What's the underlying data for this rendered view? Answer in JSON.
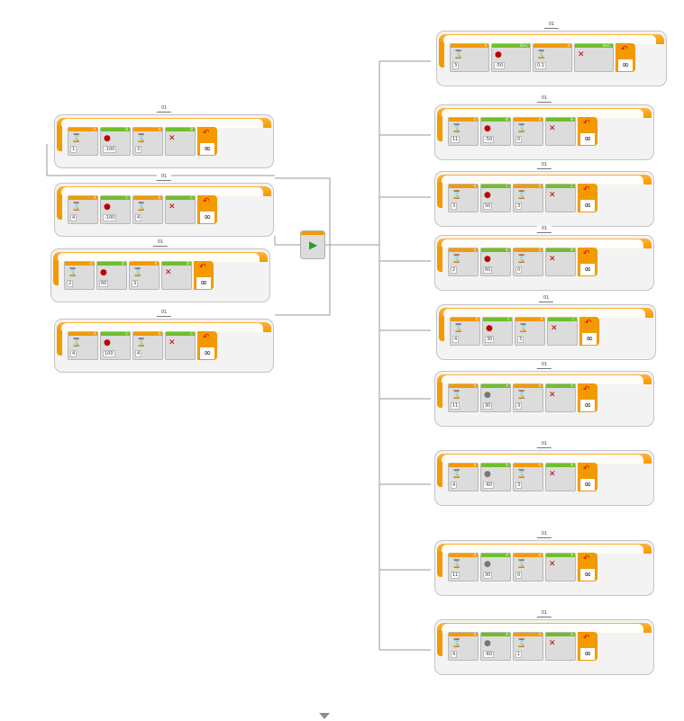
{
  "program": {
    "start_block": {
      "icon": "play-icon"
    },
    "loops": [
      {
        "id": "L1",
        "label": "01",
        "blocks": [
          {
            "type": "sound",
            "strip": "o",
            "port": "4",
            "value": "1",
            "icon": "hourglass-icon"
          },
          {
            "type": "motor",
            "strip": "g",
            "port": "B",
            "value": "-100",
            "icon": "motor-icon"
          },
          {
            "type": "sound",
            "strip": "o",
            "port": "4",
            "value": "3",
            "icon": "hourglass-icon"
          },
          {
            "type": "stop",
            "strip": "g",
            "port": "B",
            "value": "",
            "icon": "close-icon"
          }
        ]
      },
      {
        "id": "L2",
        "label": "01",
        "blocks": [
          {
            "type": "sound",
            "strip": "o",
            "port": "4",
            "value": "4",
            "icon": "hourglass-icon"
          },
          {
            "type": "motor",
            "strip": "g",
            "port": "C",
            "value": "-100",
            "icon": "motor-icon"
          },
          {
            "type": "sound",
            "strip": "o",
            "port": "4",
            "value": "4",
            "icon": "hourglass-icon"
          },
          {
            "type": "stop",
            "strip": "g",
            "port": "C",
            "value": "",
            "icon": "close-icon"
          }
        ]
      },
      {
        "id": "L3",
        "label": "01",
        "blocks": [
          {
            "type": "sound",
            "strip": "o",
            "port": "4",
            "value": "2",
            "icon": "hourglass-icon"
          },
          {
            "type": "motor",
            "strip": "g",
            "port": "D",
            "value": "60",
            "icon": "motor-icon"
          },
          {
            "type": "sound",
            "strip": "o",
            "port": "4",
            "value": "3",
            "icon": "hourglass-icon"
          },
          {
            "type": "stop",
            "strip": "g",
            "port": "D",
            "value": "",
            "icon": "close-icon"
          }
        ]
      },
      {
        "id": "L4",
        "label": "01",
        "blocks": [
          {
            "type": "sound",
            "strip": "o",
            "port": "4",
            "value": "4",
            "icon": "hourglass-icon"
          },
          {
            "type": "motor",
            "strip": "g",
            "port": "C",
            "value": "100",
            "icon": "motor-icon"
          },
          {
            "type": "sound",
            "strip": "o",
            "port": "4",
            "value": "4",
            "icon": "hourglass-icon"
          },
          {
            "type": "stop",
            "strip": "g",
            "port": "C",
            "value": "",
            "icon": "close-icon"
          }
        ]
      },
      {
        "id": "R1",
        "label": "01",
        "blocks": [
          {
            "type": "sound",
            "strip": "o",
            "port": "4",
            "value": "3",
            "icon": "hourglass-icon"
          },
          {
            "type": "motor",
            "strip": "g",
            "port": "B+C",
            "value": "-50",
            "icon": "motor-icon"
          },
          {
            "type": "sound",
            "strip": "o",
            "port": "4",
            "value": "0.1",
            "icon": "hourglass-icon"
          },
          {
            "type": "stop",
            "strip": "g",
            "port": "B+C",
            "value": "",
            "icon": "close-icon"
          }
        ]
      },
      {
        "id": "R2",
        "label": "01",
        "blocks": [
          {
            "type": "sound",
            "strip": "o",
            "port": "4",
            "value": "11",
            "icon": "hourglass-icon"
          },
          {
            "type": "motor",
            "strip": "g",
            "port": "B",
            "value": "-50",
            "icon": "motor-icon"
          },
          {
            "type": "sound",
            "strip": "o",
            "port": "4",
            "value": "0",
            "icon": "hourglass-icon"
          },
          {
            "type": "stop",
            "strip": "g",
            "port": "B",
            "value": "",
            "icon": "close-icon"
          }
        ]
      },
      {
        "id": "R3",
        "label": "01",
        "blocks": [
          {
            "type": "sound",
            "strip": "o",
            "port": "4",
            "value": "3",
            "icon": "hourglass-icon"
          },
          {
            "type": "motor",
            "strip": "g",
            "port": "C",
            "value": "50",
            "icon": "motor-icon"
          },
          {
            "type": "sound",
            "strip": "o",
            "port": "4",
            "value": "3",
            "icon": "hourglass-icon"
          },
          {
            "type": "stop",
            "strip": "g",
            "port": "C",
            "value": "",
            "icon": "close-icon"
          }
        ]
      },
      {
        "id": "R4",
        "label": "01",
        "blocks": [
          {
            "type": "sound",
            "strip": "o",
            "port": "4",
            "value": "2",
            "icon": "hourglass-icon"
          },
          {
            "type": "motor",
            "strip": "g",
            "port": "B",
            "value": "60",
            "icon": "motor-icon"
          },
          {
            "type": "sound",
            "strip": "o",
            "port": "4",
            "value": "0",
            "icon": "hourglass-icon"
          },
          {
            "type": "stop",
            "strip": "g",
            "port": "B",
            "value": "",
            "icon": "close-icon"
          }
        ]
      },
      {
        "id": "R5",
        "label": "01",
        "blocks": [
          {
            "type": "sound",
            "strip": "o",
            "port": "4",
            "value": "4",
            "icon": "hourglass-icon"
          },
          {
            "type": "motor",
            "strip": "g",
            "port": "C",
            "value": "30",
            "icon": "motor-icon"
          },
          {
            "type": "sound",
            "strip": "o",
            "port": "4",
            "value": "3",
            "icon": "hourglass-icon"
          },
          {
            "type": "stop",
            "strip": "g",
            "port": "C",
            "value": "",
            "icon": "close-icon"
          }
        ]
      },
      {
        "id": "R6",
        "label": "01",
        "blocks": [
          {
            "type": "sound",
            "strip": "o",
            "port": "4",
            "value": "11",
            "icon": "hourglass-icon"
          },
          {
            "type": "motor",
            "strip": "g",
            "port": "A",
            "value": "30",
            "icon": "motor-icon"
          },
          {
            "type": "sound",
            "strip": "o",
            "port": "4",
            "value": "3",
            "icon": "hourglass-icon"
          },
          {
            "type": "stop",
            "strip": "g",
            "port": "A",
            "value": "",
            "icon": "close-icon"
          }
        ]
      },
      {
        "id": "R7",
        "label": "01",
        "blocks": [
          {
            "type": "sound",
            "strip": "o",
            "port": "4",
            "value": "4",
            "icon": "hourglass-icon"
          },
          {
            "type": "motor",
            "strip": "g",
            "port": "A",
            "value": "-60",
            "icon": "motor-icon"
          },
          {
            "type": "sound",
            "strip": "o",
            "port": "4",
            "value": "3",
            "icon": "hourglass-icon"
          },
          {
            "type": "stop",
            "strip": "g",
            "port": "A",
            "value": "",
            "icon": "close-icon"
          }
        ]
      },
      {
        "id": "R8",
        "label": "01",
        "blocks": [
          {
            "type": "sound",
            "strip": "o",
            "port": "4",
            "value": "11",
            "icon": "hourglass-icon"
          },
          {
            "type": "motor",
            "strip": "g",
            "port": "A",
            "value": "30",
            "icon": "motor-icon"
          },
          {
            "type": "sound",
            "strip": "o",
            "port": "4",
            "value": "0",
            "icon": "hourglass-icon"
          },
          {
            "type": "stop",
            "strip": "g",
            "port": "A",
            "value": "",
            "icon": "close-icon"
          }
        ]
      },
      {
        "id": "R9",
        "label": "01",
        "blocks": [
          {
            "type": "sound",
            "strip": "o",
            "port": "4",
            "value": "4",
            "icon": "hourglass-icon"
          },
          {
            "type": "motor",
            "strip": "g",
            "port": "A",
            "value": "-60",
            "icon": "motor-icon"
          },
          {
            "type": "sound",
            "strip": "o",
            "port": "4",
            "value": "1",
            "icon": "hourglass-icon"
          },
          {
            "type": "stop",
            "strip": "g",
            "port": "A",
            "value": "",
            "icon": "close-icon"
          }
        ]
      }
    ],
    "loop_end": {
      "arrow": "↶",
      "infinity": "∞"
    },
    "scroll_indicator": {
      "icon": "chevron-down-icon"
    }
  }
}
